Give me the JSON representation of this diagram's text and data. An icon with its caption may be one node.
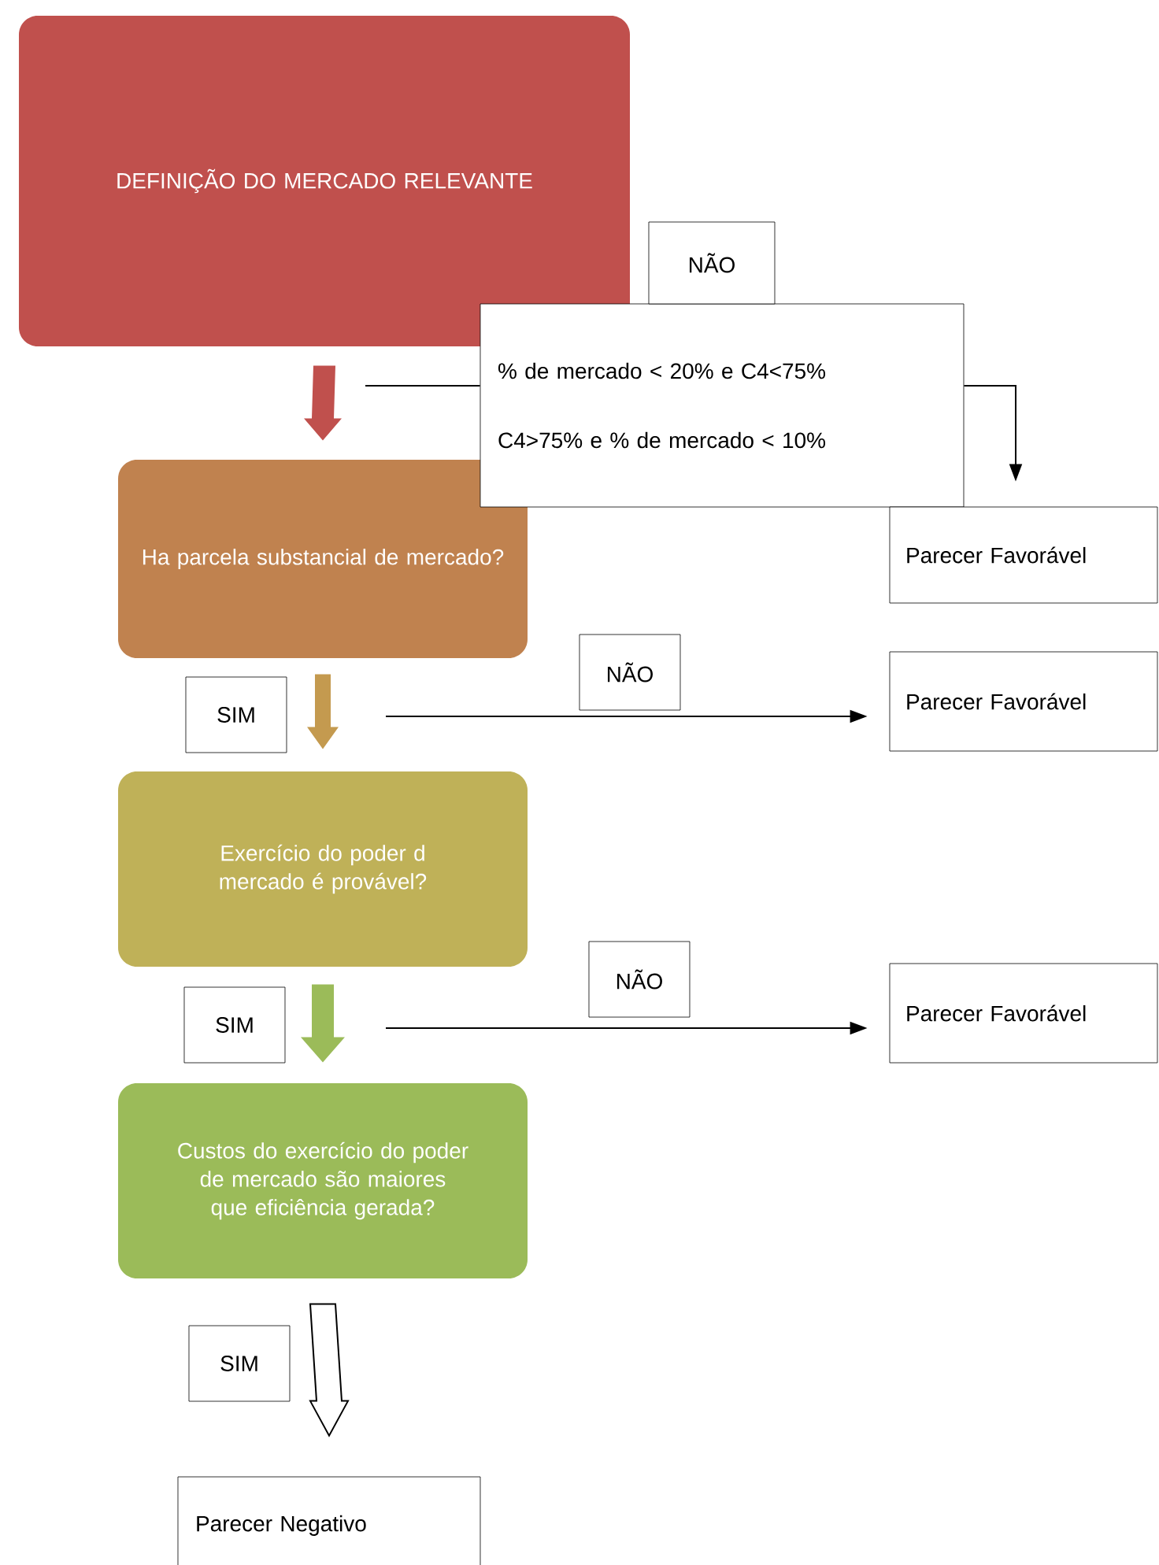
{
  "diagram": {
    "nodes": [
      {
        "text": [
          "DEFINIÇÃO DO MERCADO RELEVANTE"
        ]
      },
      {
        "text": [
          "% de mercado < 20% e C4<75%",
          "C4>75% e % de mercado < 10%"
        ]
      },
      {
        "text": [
          "Parecer Favorável"
        ]
      },
      {
        "text": [
          "Ha parcela substancial de mercado?"
        ]
      },
      {
        "text": [
          "Parecer Favorável"
        ]
      },
      {
        "text": [
          "Exercício do poder d mercado é provável?"
        ]
      },
      {
        "text": [
          "Parecer Favorável"
        ]
      },
      {
        "text": [
          "Custos do exercício do poder de mercado são maiores que eficiência gerada?"
        ]
      },
      {
        "text": [
          "Parecer Negativo"
        ]
      }
    ],
    "edges": [
      {
        "from": 0,
        "to": 3,
        "arrow": "to",
        "style": "thick",
        "color": "#c0504d"
      },
      {
        "from": null,
        "to": 1,
        "arrow": "none"
      },
      {
        "from": 1,
        "to": 2,
        "arrow": "to"
      },
      {
        "from": 3,
        "to": 5,
        "arrow": "to",
        "label": "SIM",
        "style": "thick",
        "color": "#c49a4f"
      },
      {
        "from": null,
        "to": 4,
        "arrow": "to",
        "label": "NÃO"
      },
      {
        "from": 5,
        "to": 7,
        "arrow": "to",
        "label": "SIM",
        "style": "thick",
        "color": "#9bbb59"
      },
      {
        "from": null,
        "to": 6,
        "arrow": "to",
        "label": "NÃO"
      },
      {
        "from": 7,
        "to": 8,
        "arrow": "to",
        "label": "SIM",
        "style": "thick"
      }
    ],
    "labels": [
      "NÃO"
    ]
  }
}
